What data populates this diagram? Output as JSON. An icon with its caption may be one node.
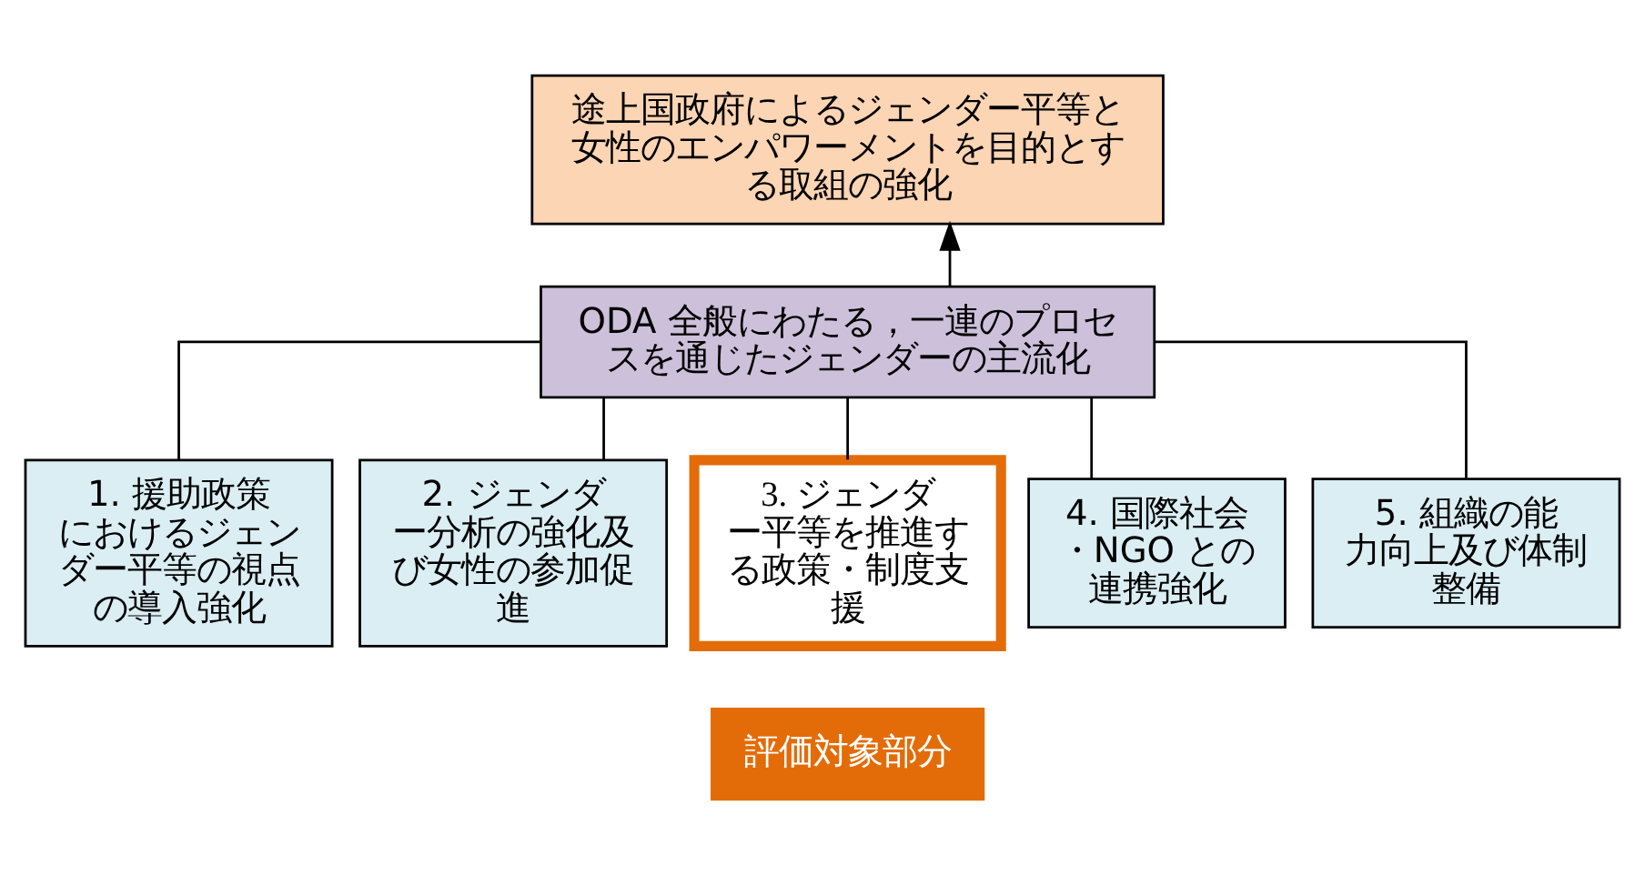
{
  "diagram": {
    "nodes": [
      {
        "text": [
          "途上国政府によるジェンダー平等と女性のエンパワーメントを目的とする取組の強化"
        ]
      },
      {
        "text": [
          "ODA 全般にわたる，一連のプロセスを通じたジェンダーの主流化"
        ]
      },
      {
        "text": [
          "1. 援助政策におけるジェンダー平等の視点の導入強化"
        ]
      },
      {
        "text": [
          "2. ジェンダー分析の強化及び女性の参加促進"
        ]
      },
      {
        "text": [
          "3. ジェンダー平等を推進する政策・制度支援"
        ]
      },
      {
        "text": [
          "4. 国際社会・NGO との連携強化"
        ]
      },
      {
        "text": [
          "5. 組織の能力向上及び体制整備"
        ]
      },
      {
        "text": [
          "評価対象部分"
        ]
      }
    ],
    "edges": [
      {
        "from": 1,
        "to": 0,
        "arrow": "to"
      },
      {
        "from": 1,
        "to": 2,
        "arrow": "none"
      },
      {
        "from": 1,
        "to": 3,
        "arrow": "none"
      },
      {
        "from": 1,
        "to": 4,
        "arrow": "none"
      },
      {
        "from": 1,
        "to": 5,
        "arrow": "none"
      },
      {
        "from": 1,
        "to": 6,
        "arrow": "none"
      }
    ]
  }
}
